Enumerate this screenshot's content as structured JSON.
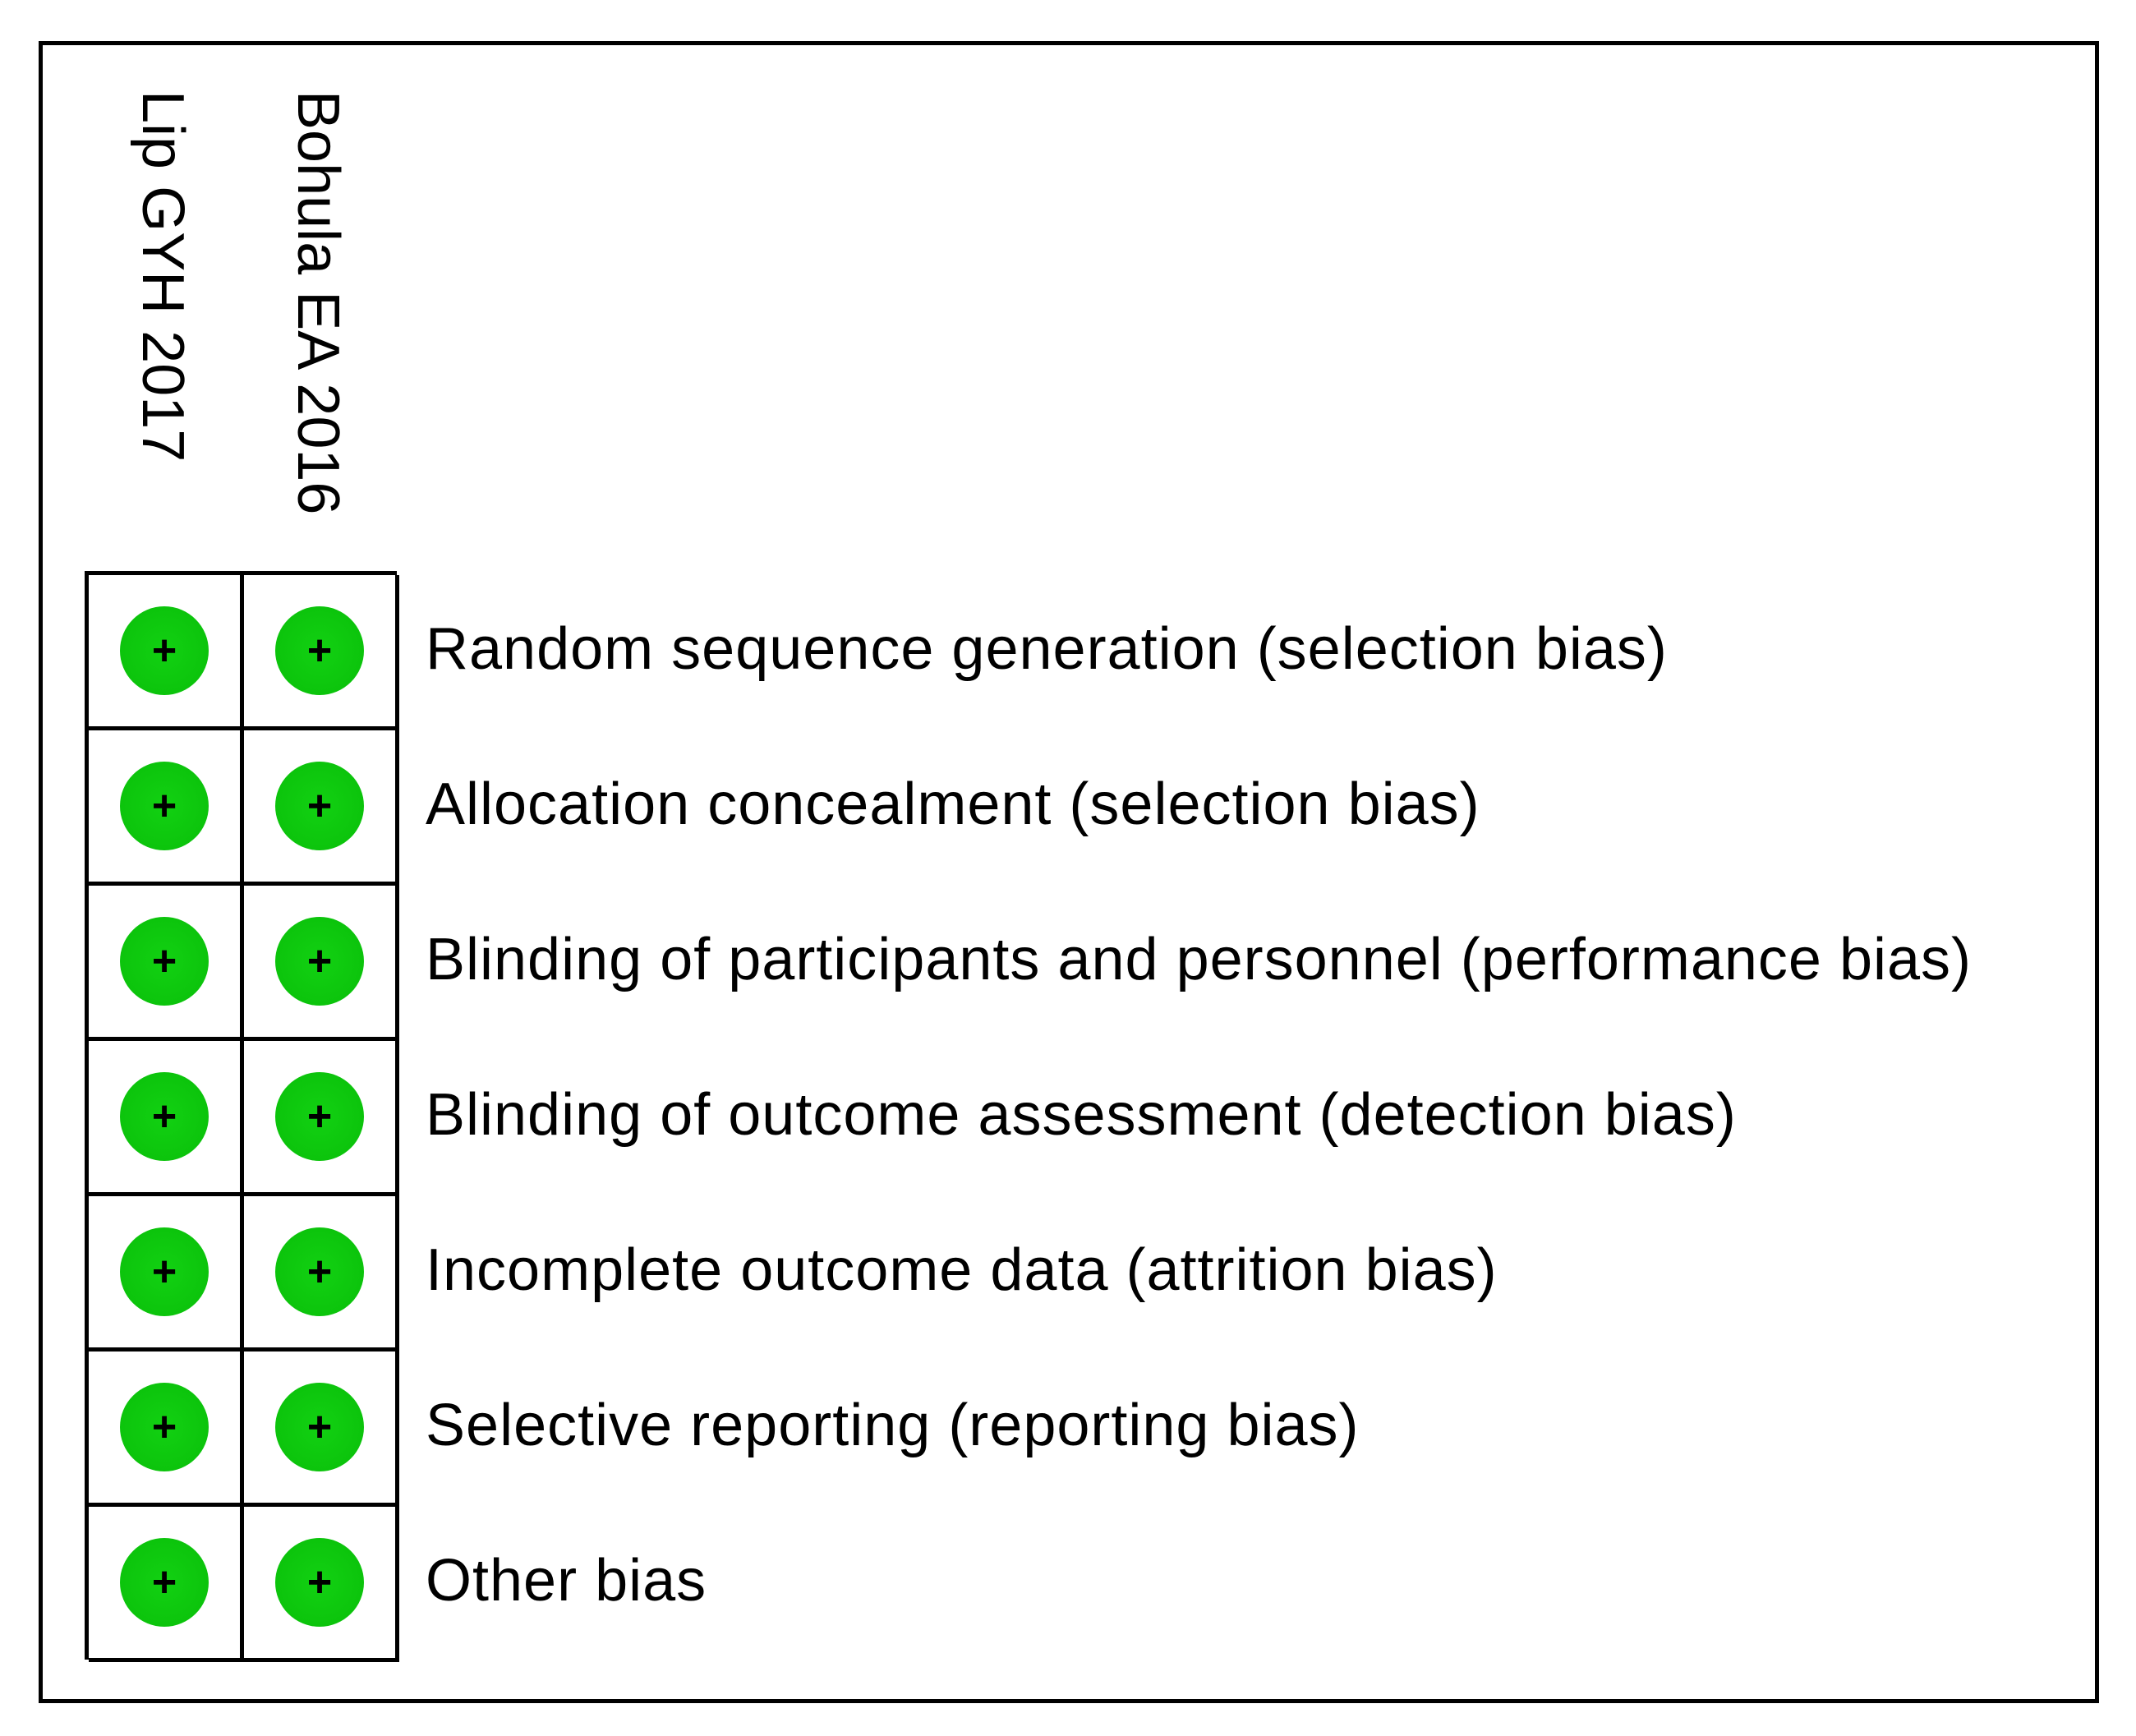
{
  "studies": [
    "Lip GYH 2017",
    "Bohula EA 2016"
  ],
  "domains": [
    "Random sequence generation (selection bias)",
    "Allocation concealment (selection bias)",
    "Blinding of participants and personnel (performance bias)",
    "Blinding of outcome assessment (detection bias)",
    "Incomplete outcome data (attrition bias)",
    "Selective reporting (reporting bias)",
    "Other bias"
  ],
  "judgements": [
    [
      "+",
      "+"
    ],
    [
      "+",
      "+"
    ],
    [
      "+",
      "+"
    ],
    [
      "+",
      "+"
    ],
    [
      "+",
      "+"
    ],
    [
      "+",
      "+"
    ],
    [
      "+",
      "+"
    ]
  ],
  "colors": {
    "low_risk": "#0cc40c",
    "border": "#000000"
  }
}
